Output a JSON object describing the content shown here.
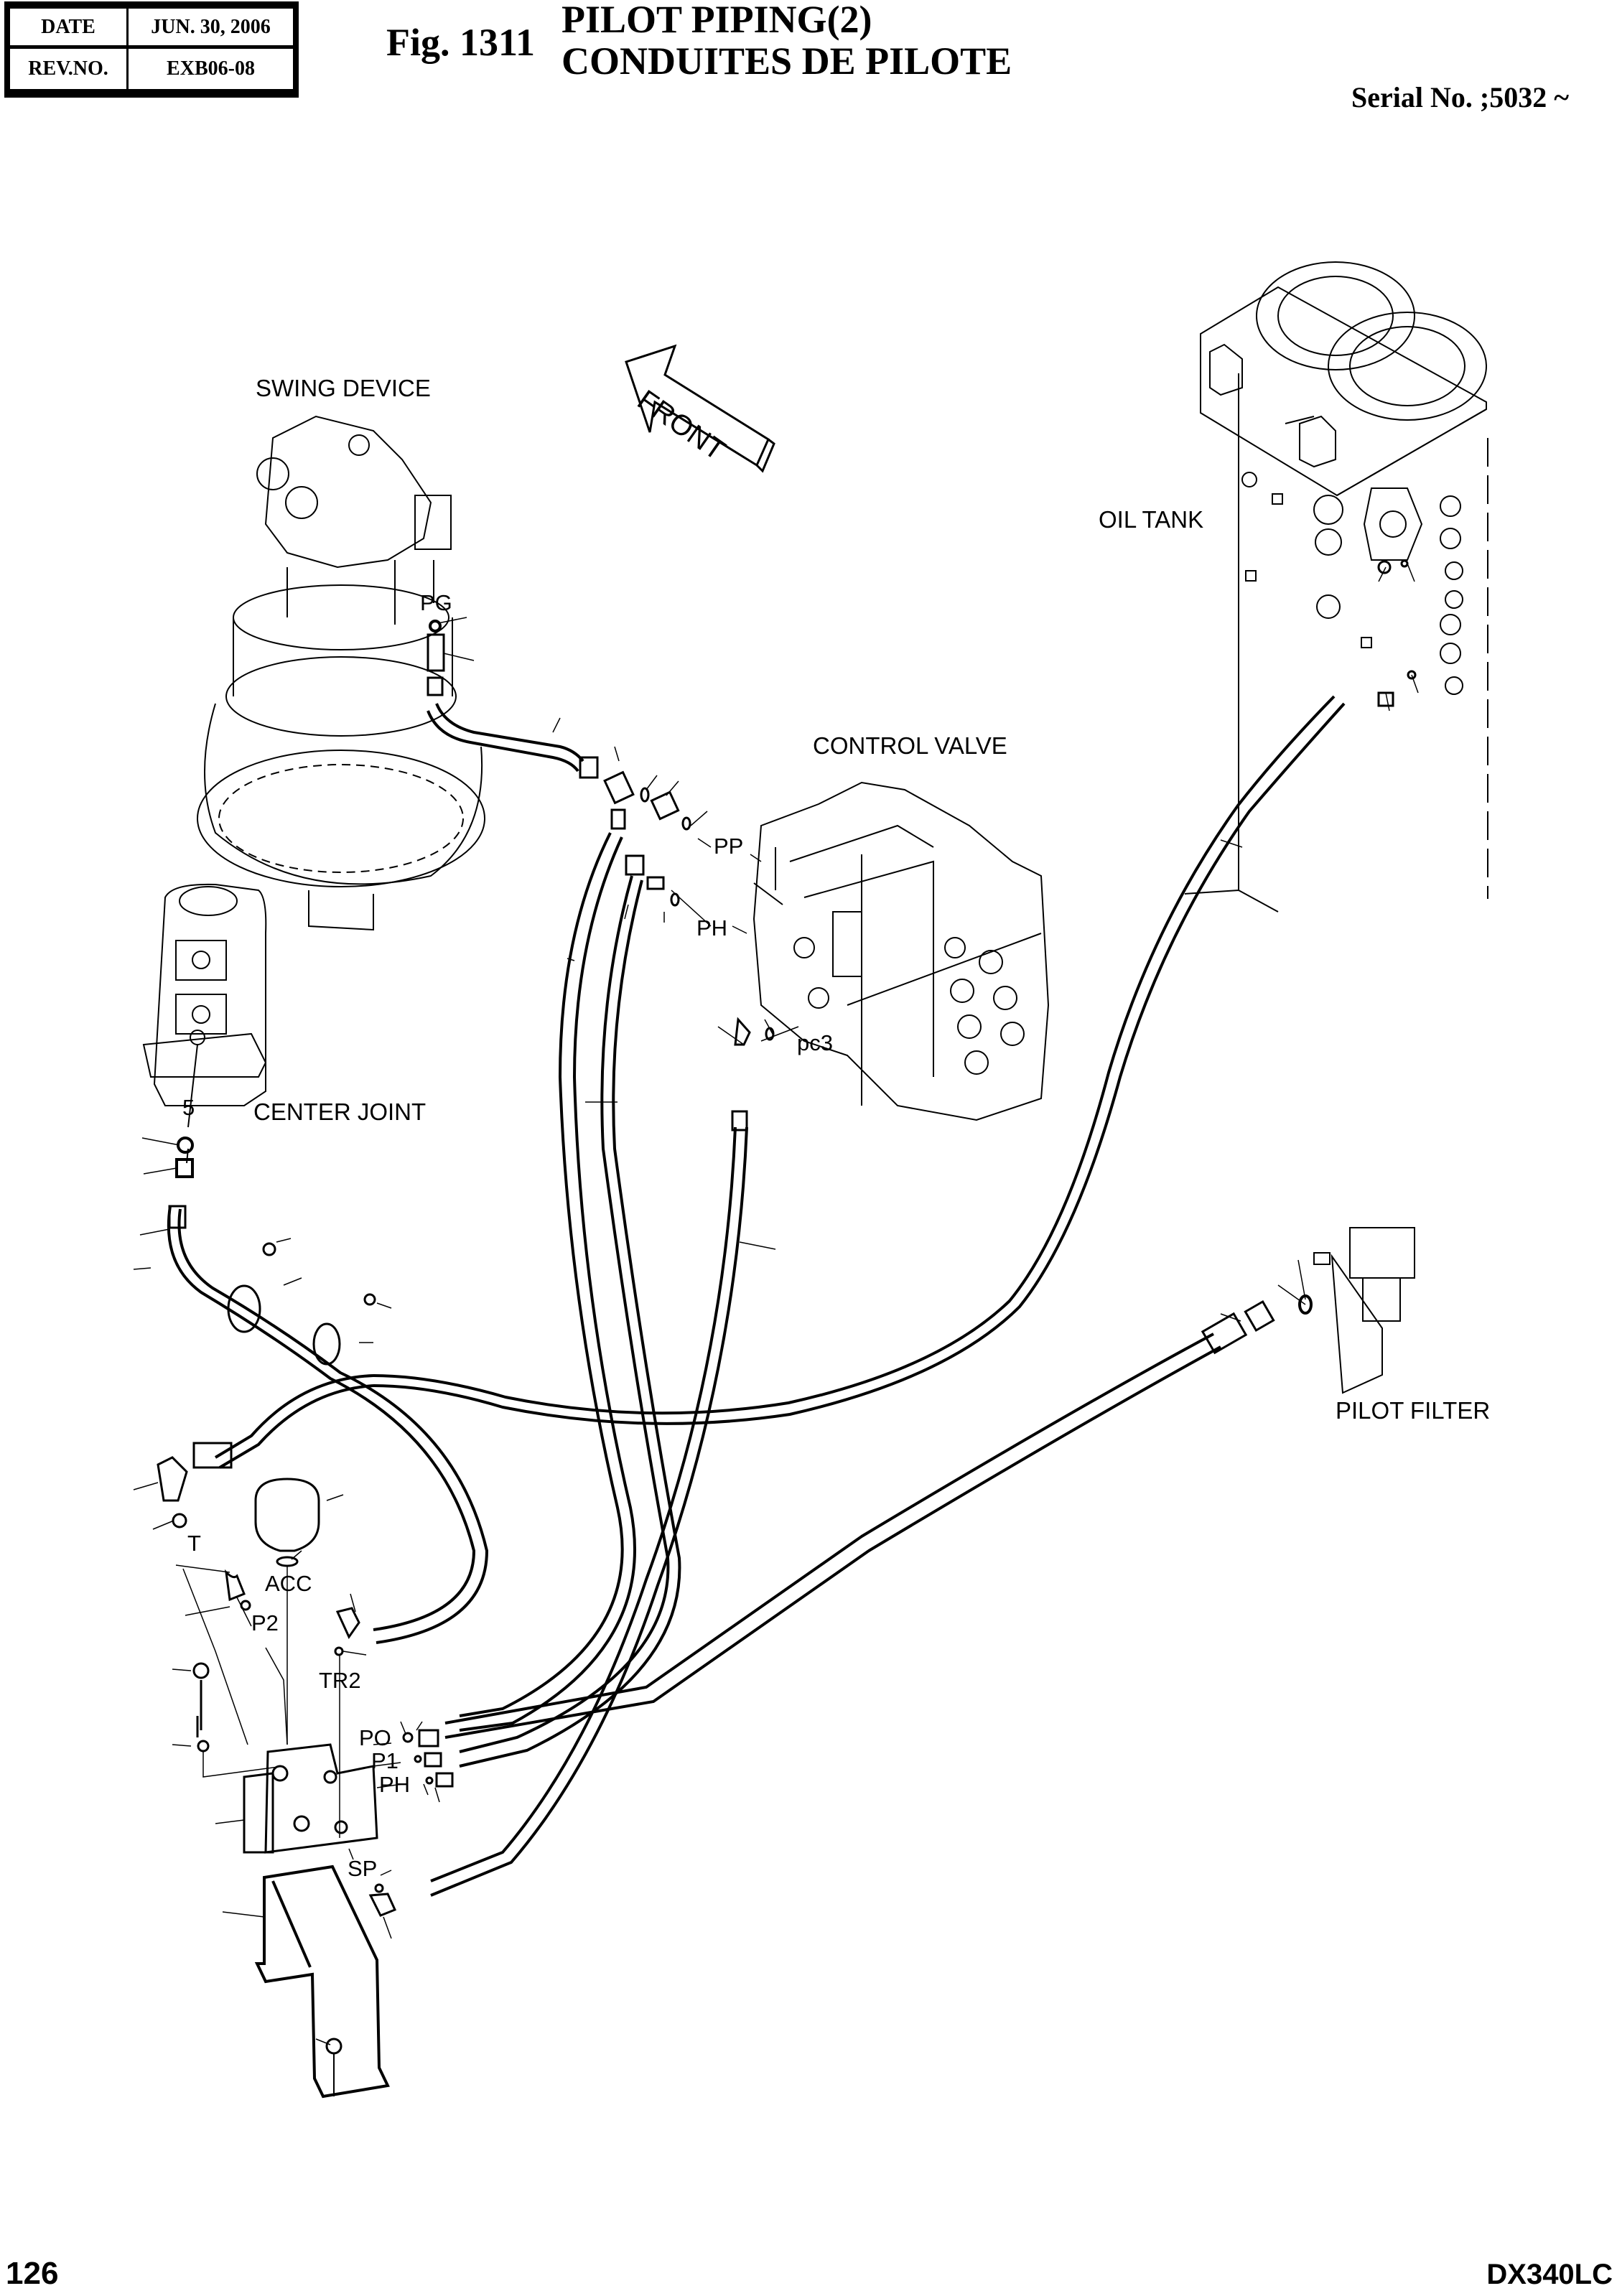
{
  "header": {
    "date_label": "DATE",
    "date_value": "JUN. 30, 2006",
    "rev_label": "REV.NO.",
    "rev_value": "EXB06-08"
  },
  "figure": {
    "number": "Fig. 1311",
    "title_en": "PILOT PIPING(2)",
    "title_fr": "CONDUITES DE PILOTE",
    "serial": "Serial No. ;5032 ~"
  },
  "diagram": {
    "direction_arrow": "FRONT",
    "components": {
      "swing_device": "SWING DEVICE",
      "control_valve": "CONTROL VALVE",
      "oil_tank": "OIL TANK",
      "center_joint": "CENTER JOINT",
      "pilot_filter": "PILOT FILTER"
    },
    "ports": {
      "pg": "PG",
      "pp": "PP",
      "ph_cv": "PH",
      "pc3": "pc3",
      "cj_port": "5",
      "t": "T",
      "acc": "ACC",
      "p2": "P2",
      "tr2": "TR2",
      "po": "PO",
      "p1": "P1",
      "ph_block": "PH",
      "sp": "SP"
    }
  },
  "footer": {
    "page_number": "126",
    "model": "DX340LC"
  }
}
